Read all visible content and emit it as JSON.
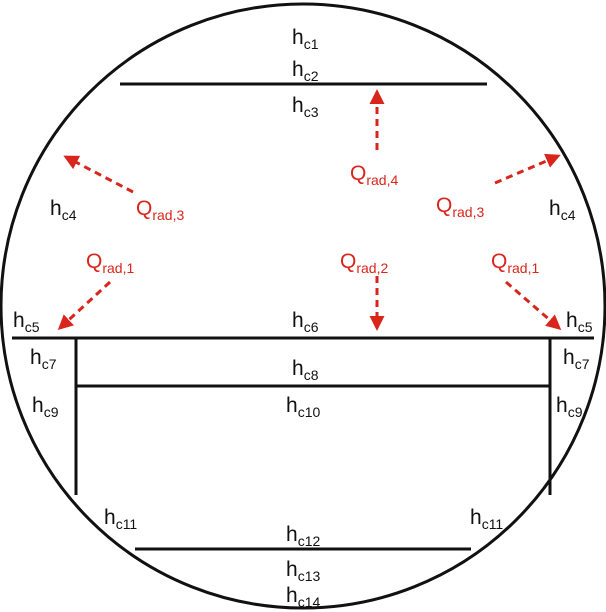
{
  "colors": {
    "line": "#111111",
    "radiation": "#d9261c"
  },
  "labels": {
    "hc1": {
      "base": "h",
      "sub": "c1"
    },
    "hc2": {
      "base": "h",
      "sub": "c2"
    },
    "hc3": {
      "base": "h",
      "sub": "c3"
    },
    "hc4a": {
      "base": "h",
      "sub": "c4"
    },
    "hc4b": {
      "base": "h",
      "sub": "c4"
    },
    "hc5a": {
      "base": "h",
      "sub": "c5"
    },
    "hc5b": {
      "base": "h",
      "sub": "c5"
    },
    "hc6": {
      "base": "h",
      "sub": "c6"
    },
    "hc7a": {
      "base": "h",
      "sub": "c7"
    },
    "hc7b": {
      "base": "h",
      "sub": "c7"
    },
    "hc8": {
      "base": "h",
      "sub": "c8"
    },
    "hc9a": {
      "base": "h",
      "sub": "c9"
    },
    "hc9b": {
      "base": "h",
      "sub": "c9"
    },
    "hc10": {
      "base": "h",
      "sub": "c10"
    },
    "hc11a": {
      "base": "h",
      "sub": "c11"
    },
    "hc11b": {
      "base": "h",
      "sub": "c11"
    },
    "hc12": {
      "base": "h",
      "sub": "c12"
    },
    "hc13": {
      "base": "h",
      "sub": "c13"
    },
    "hc14": {
      "base": "h",
      "sub": "c14"
    }
  },
  "radiation": {
    "q4": {
      "base": "Q",
      "sub": "rad,4"
    },
    "q3a": {
      "base": "Q",
      "sub": "rad,3"
    },
    "q3b": {
      "base": "Q",
      "sub": "rad,3"
    },
    "q1a": {
      "base": "Q",
      "sub": "rad,1"
    },
    "q1b": {
      "base": "Q",
      "sub": "rad,1"
    },
    "q2": {
      "base": "Q",
      "sub": "rad,2"
    }
  }
}
